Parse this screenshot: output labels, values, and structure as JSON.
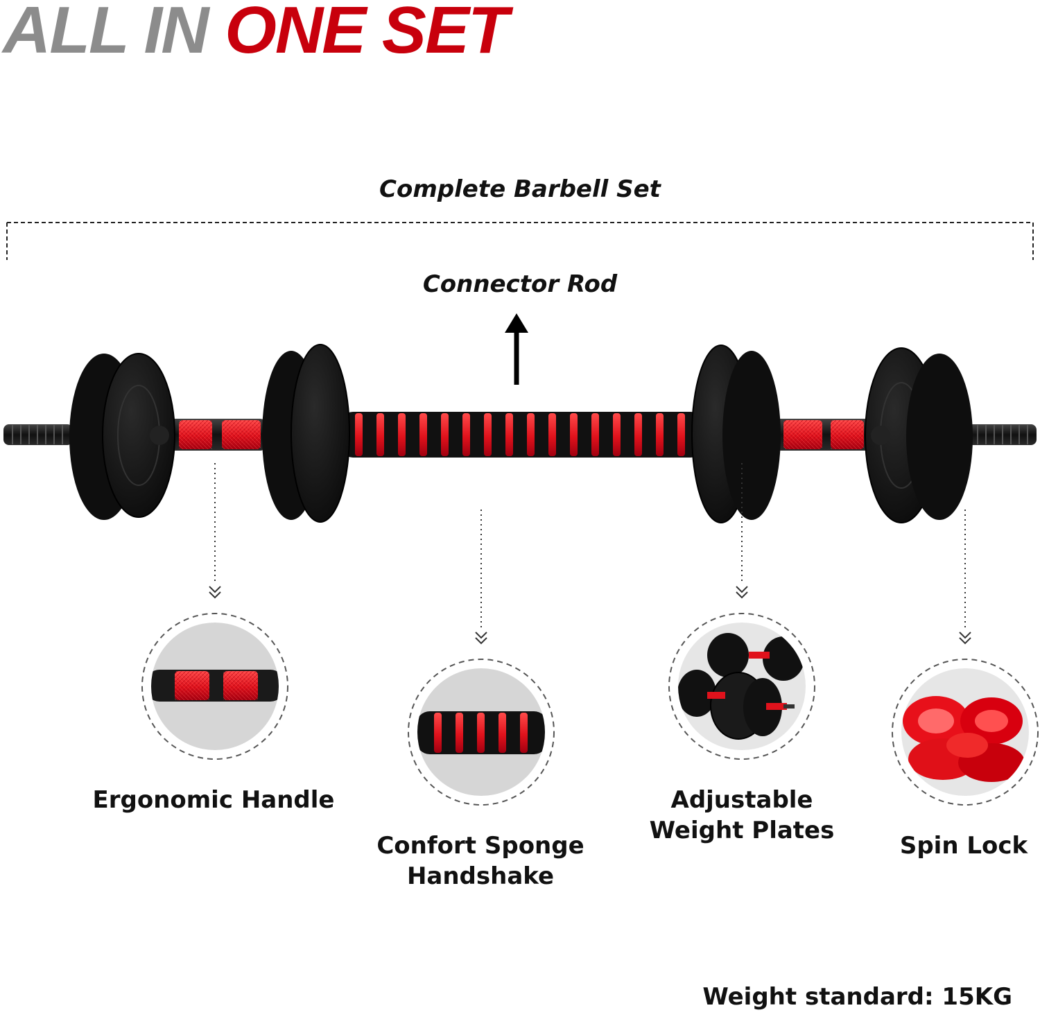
{
  "headline": {
    "part1": "ALL IN",
    "part2": "ONE SET"
  },
  "labels": {
    "complete_set": "Complete Barbell Set",
    "connector_rod": "Connector Rod",
    "weight_standard": "Weight standard: 15KG"
  },
  "features": [
    {
      "line1": "Ergonomic Handle",
      "line2": "",
      "icon": "ergonomic-handle-icon"
    },
    {
      "line1": "Confort Sponge",
      "line2": "Handshake",
      "icon": "sponge-grip-icon"
    },
    {
      "line1": "Adjustable",
      "line2": "Weight Plates",
      "icon": "weight-plates-icon"
    },
    {
      "line1": "Spin Lock",
      "line2": "",
      "icon": "spin-lock-icon"
    }
  ],
  "colors": {
    "accent_red": "#c8000c",
    "gray": "#8c8c8c",
    "foam_red": "#e8202a",
    "plate_black": "#151515"
  }
}
